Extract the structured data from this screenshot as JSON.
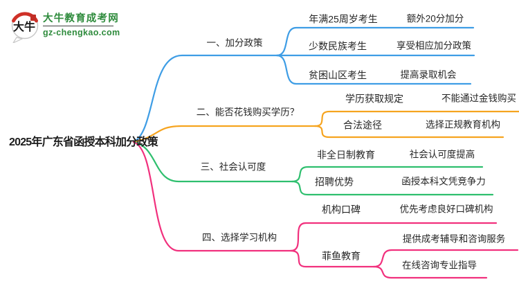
{
  "logo": {
    "mark_text": "大牛",
    "title": "大牛教育成考网",
    "subtitle": "gz-chengkao.com",
    "brand_green": "#2e8b3c",
    "brand_red": "#cf3128"
  },
  "central": {
    "label": "2025年广东省函授本科加分政策"
  },
  "branches": [
    {
      "label": "一、加分政策",
      "color": "#3e9de5",
      "children": [
        {
          "label": "年满25周岁考生",
          "children": [
            {
              "label": "额外20分加分"
            }
          ]
        },
        {
          "label": "少数民族考生",
          "children": [
            {
              "label": "享受相应加分政策"
            }
          ]
        },
        {
          "label": "贫困山区考生",
          "children": [
            {
              "label": "提高录取机会"
            }
          ]
        }
      ]
    },
    {
      "label": "二、能否花钱购买学历？",
      "color": "#f6a41f",
      "children": [
        {
          "label": "学历获取规定",
          "children": [
            {
              "label": "不能通过金钱购买"
            }
          ]
        },
        {
          "label": "合法途径",
          "children": [
            {
              "label": "选择正规教育机构"
            }
          ]
        }
      ]
    },
    {
      "label": "三、社会认可度",
      "color": "#2ebf6e",
      "children": [
        {
          "label": "非全日制教育",
          "children": [
            {
              "label": "社会认可度提高"
            }
          ]
        },
        {
          "label": "招聘优势",
          "children": [
            {
              "label": "函授本科文凭竞争力"
            }
          ]
        }
      ]
    },
    {
      "label": "四、选择学习机构",
      "color": "#f1307d",
      "children": [
        {
          "label": "机构口碑",
          "children": [
            {
              "label": "优先考虑良好口碑机构"
            }
          ]
        },
        {
          "label": "菲鱼教育",
          "children": [
            {
              "label": "提供成考辅导和咨询服务"
            },
            {
              "label": "在线咨询专业指导"
            }
          ]
        }
      ]
    }
  ]
}
